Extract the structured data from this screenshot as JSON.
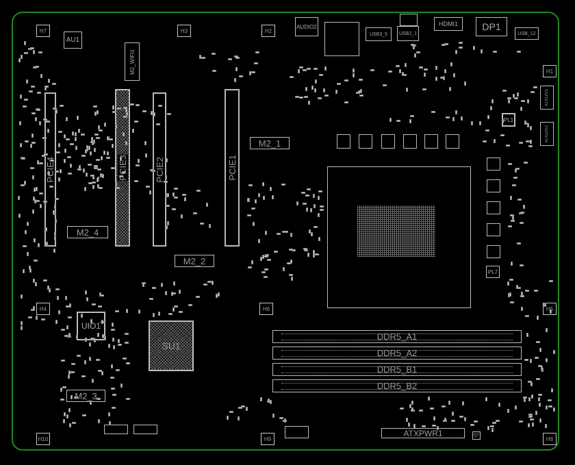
{
  "board": {
    "outline_color": "#1f8a1f",
    "silk_color": "#bdbdbd",
    "background": "#000000"
  },
  "mounting_holes": [
    "H7",
    "H3",
    "H2",
    "H1",
    "H4",
    "H6",
    "H5",
    "H10",
    "H9",
    "H8"
  ],
  "connectors": {
    "au1": "AU1",
    "m2_wifi": "M2_WIFI1",
    "audio": "AUDIO2",
    "usb3": "USB3_5",
    "usb2": "USB2_1",
    "hdmi": "HDMI1",
    "dp": "DP1",
    "usb12": "USB_12",
    "atx12v1": "ATX12V1",
    "atx12v2": "ATX12V2",
    "atxpwr": "ATXPWR1"
  },
  "pcie_slots": [
    "PCIE4",
    "PCIE3",
    "PCIE2",
    "PCIE1"
  ],
  "m2_slots": {
    "m2_1": "M2_1",
    "m2_2": "M2_2",
    "m2_3": "M2_3",
    "m2_4": "M2_4"
  },
  "chips": {
    "uio": "UIO1",
    "su": "SU1",
    "pl1": "PL1",
    "pl7": "PL7",
    "q7": "Q7"
  },
  "dimm_slots": [
    "DDR5_A1",
    "DDR5_A2",
    "DDR5_B1",
    "DDR5_B2"
  ]
}
